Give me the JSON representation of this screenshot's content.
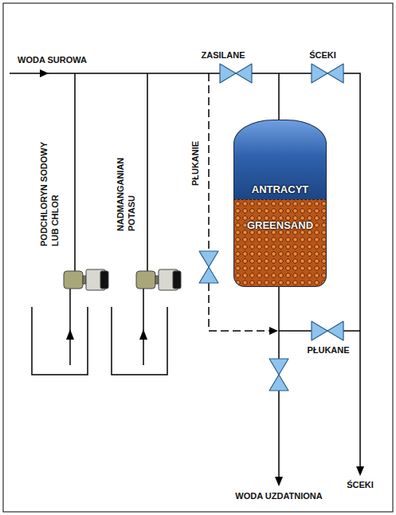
{
  "diagram": {
    "nodes": [
      {
        "text": [
          "ANTRACYT"
        ]
      },
      {
        "text": [
          "GREENSAND"
        ]
      }
    ],
    "labels": [
      "WODA SUROWA",
      "ZASILANE",
      "ŚCEKI",
      "PODCHLORYN SODOWY LUB CHLOR",
      "NADMANGANIAN POTASU",
      "PŁUKANIE",
      "PŁUKANE",
      "WODA UZDATNIONA",
      "ŚCEKI"
    ]
  }
}
